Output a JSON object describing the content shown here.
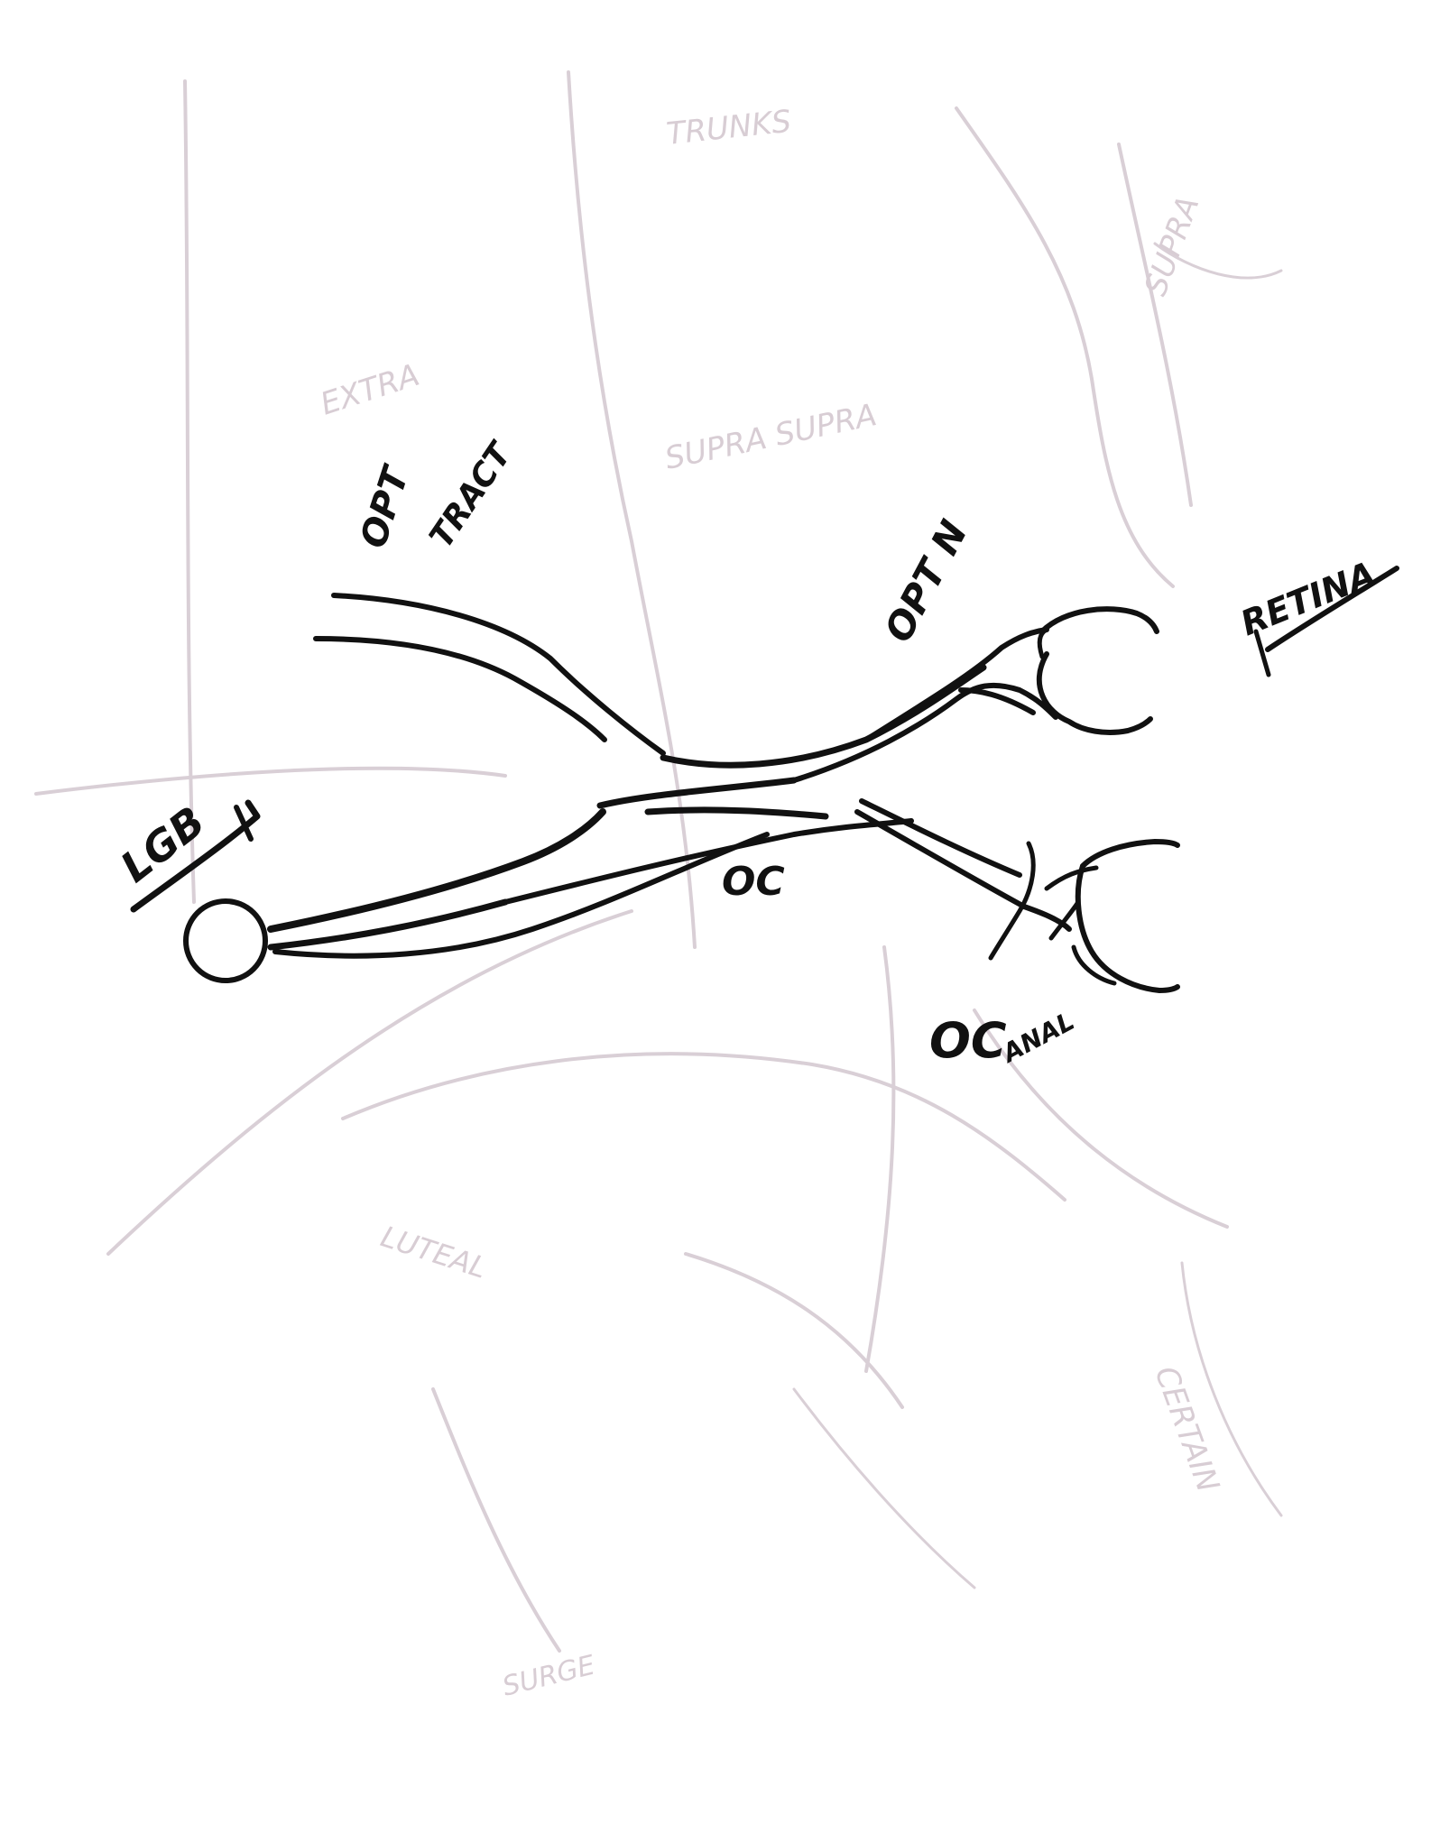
{
  "labels": {
    "opt_tract_line1": "OPT",
    "opt_tract_line2": "TRACT",
    "opt_n": "OPT N",
    "retina": "RETINA",
    "lgb": "LGB",
    "oc": "OC",
    "oc_anal_main": "OC",
    "oc_anal_sub": "ANAL"
  },
  "colors": {
    "ink": "#111111",
    "bleed_through": "#d9cfd6",
    "paper": "#ffffff"
  }
}
